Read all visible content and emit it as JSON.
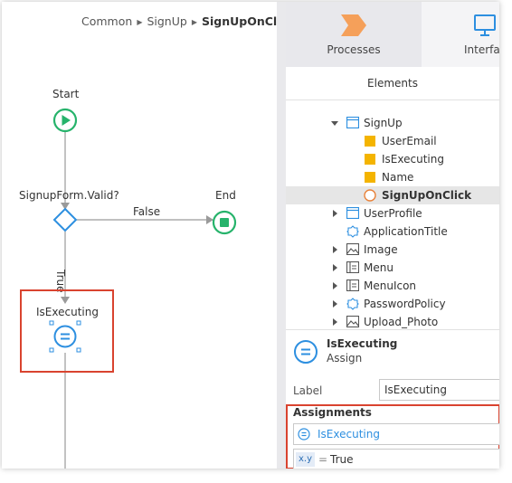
{
  "breadcrumb": {
    "items": [
      "Common",
      "SignUp"
    ],
    "current": "SignUpOnClick"
  },
  "flow": {
    "start_label": "Start",
    "if_label": "SignupForm.Valid?",
    "false_label": "False",
    "end_label": "End",
    "true_label": "True",
    "assign_label": "IsExecuting"
  },
  "tabs": {
    "processes": "Processes",
    "interface": "Interfa",
    "elements": "Elements"
  },
  "tree": [
    {
      "label": "SignUp",
      "icon": "screen-icon",
      "expanded": true
    },
    {
      "label": "UserEmail",
      "icon": "variable-icon"
    },
    {
      "label": "IsExecuting",
      "icon": "variable-icon"
    },
    {
      "label": "Name",
      "icon": "variable-icon"
    },
    {
      "label": "SignUpOnClick",
      "icon": "action-icon",
      "selected": true
    },
    {
      "label": "UserProfile",
      "icon": "screen-icon"
    },
    {
      "label": "ApplicationTitle",
      "icon": "block-icon"
    },
    {
      "label": "Image",
      "icon": "image-icon"
    },
    {
      "label": "Menu",
      "icon": "widget-icon"
    },
    {
      "label": "MenuIcon",
      "icon": "widget-icon"
    },
    {
      "label": "PasswordPolicy",
      "icon": "block-icon"
    },
    {
      "label": "Upload_Photo",
      "icon": "image-icon"
    }
  ],
  "properties": {
    "title": "IsExecuting",
    "subtitle": "Assign",
    "label_caption": "Label",
    "label_value": "IsExecuting",
    "assignments_header": "Assignments",
    "variable": "IsExecuting",
    "expr_badge": "x.y",
    "equals": "=",
    "value": "True"
  },
  "colors": {
    "start_green": "#26b36b",
    "end_green": "#26b36b",
    "if_blue": "#2d8fe0",
    "assign_blue": "#2d8fe0",
    "highlight_red": "#d9432f",
    "variable_yellow": "#f4b400",
    "action_orange": "#e8823a",
    "process_orange": "#f5a05a"
  }
}
